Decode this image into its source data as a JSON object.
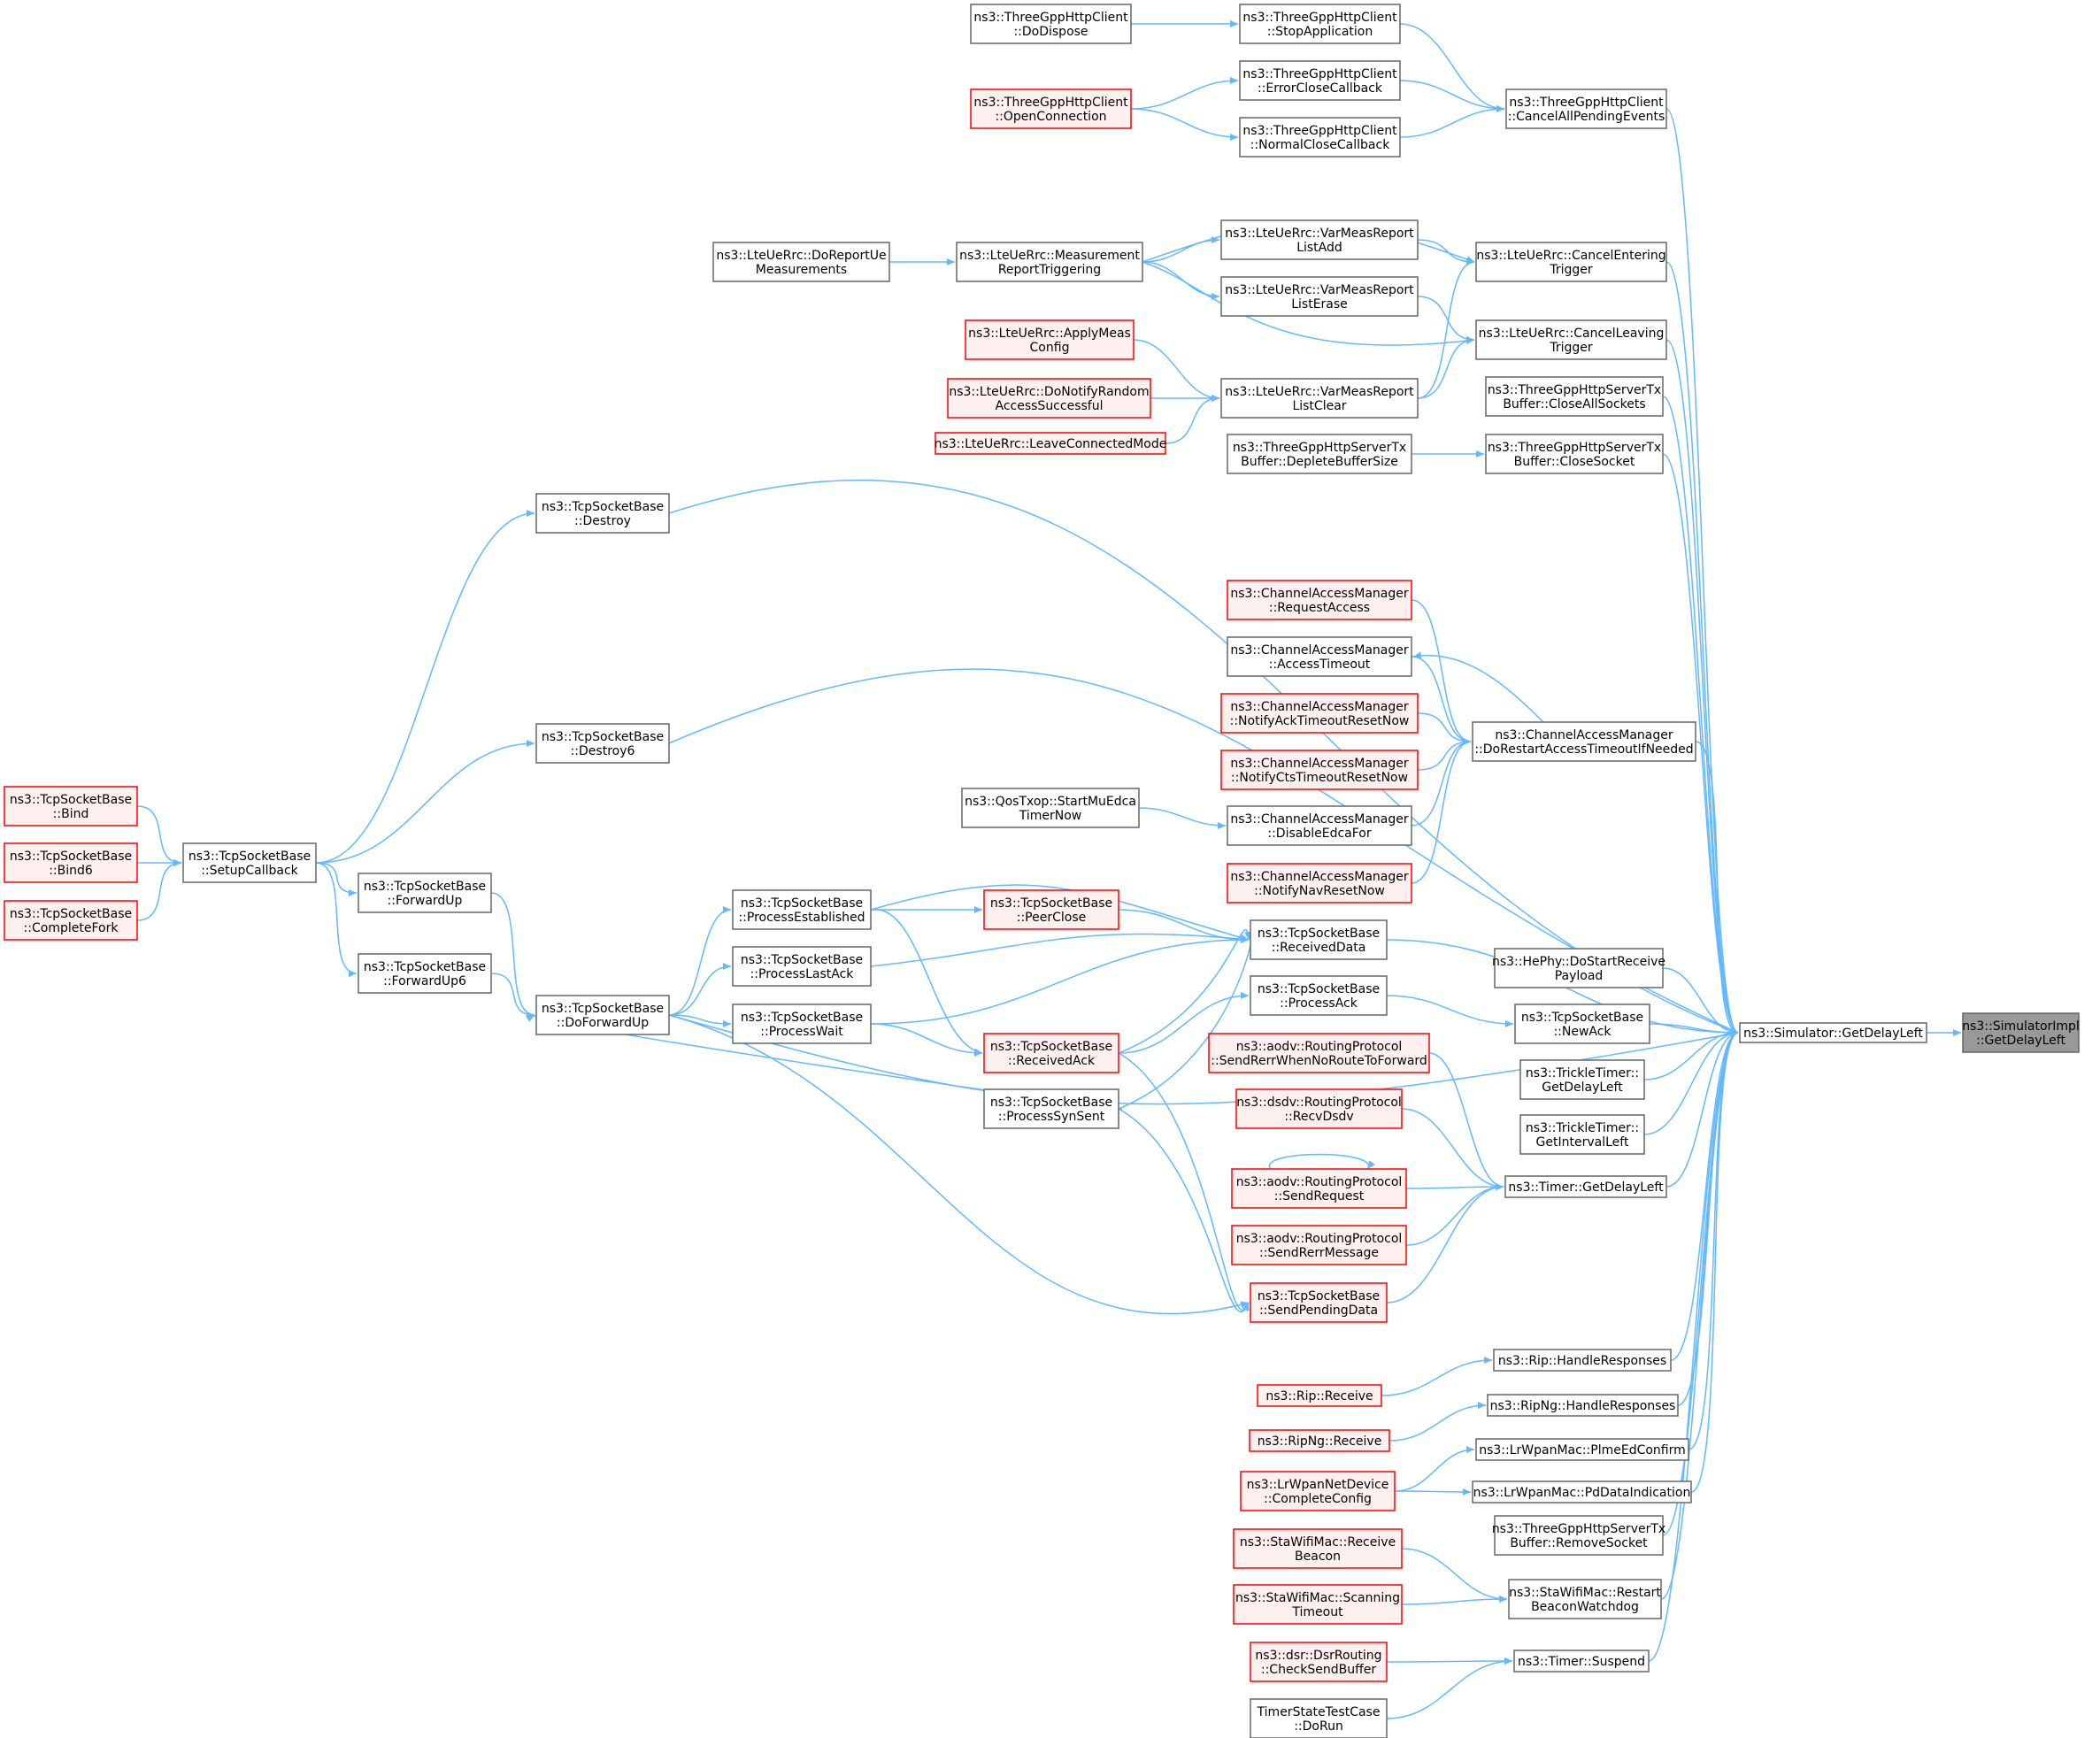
{
  "colors": {
    "edge": "#63b8ff",
    "normal_fill": "#ffffff",
    "normal_stroke": "#666666",
    "truncated_fill": "#fff0f0",
    "truncated_stroke": "#ff0000",
    "root_fill": "#999999",
    "root_stroke": "#666666"
  },
  "nodes": [
    {
      "id": "n00",
      "lines": [
        "ns3::SimulatorImpl",
        "::GetDelayLeft"
      ],
      "kind": "root"
    },
    {
      "id": "n01",
      "lines": [
        "ns3::Simulator::GetDelayLeft"
      ],
      "kind": "normal"
    },
    {
      "id": "n02",
      "lines": [
        "ns3::ThreeGppHttpClient",
        "::CancelAllPendingEvents"
      ],
      "kind": "normal"
    },
    {
      "id": "n03",
      "lines": [
        "ns3::ThreeGppHttpClient",
        "::StopApplication"
      ],
      "kind": "normal"
    },
    {
      "id": "n04",
      "lines": [
        "ns3::ThreeGppHttpClient",
        "::DoDispose"
      ],
      "kind": "normal"
    },
    {
      "id": "n05",
      "lines": [
        "ns3::ThreeGppHttpClient",
        "::ErrorCloseCallback"
      ],
      "kind": "normal"
    },
    {
      "id": "n06",
      "lines": [
        "ns3::ThreeGppHttpClient",
        "::OpenConnection"
      ],
      "kind": "truncated"
    },
    {
      "id": "n07",
      "lines": [
        "ns3::ThreeGppHttpClient",
        "::NormalCloseCallback"
      ],
      "kind": "normal"
    },
    {
      "id": "n08",
      "lines": [
        "ns3::LteUeRrc::CancelEntering",
        "Trigger"
      ],
      "kind": "normal"
    },
    {
      "id": "n09",
      "lines": [
        "ns3::LteUeRrc::VarMeasReport",
        "ListAdd"
      ],
      "kind": "normal"
    },
    {
      "id": "n10",
      "lines": [
        "ns3::LteUeRrc::Measurement",
        "ReportTriggering"
      ],
      "kind": "normal"
    },
    {
      "id": "n11",
      "lines": [
        "ns3::LteUeRrc::DoReportUe",
        "Measurements"
      ],
      "kind": "normal"
    },
    {
      "id": "n12",
      "lines": [
        "ns3::LteUeRrc::VarMeasReport",
        "ListErase"
      ],
      "kind": "normal"
    },
    {
      "id": "n13",
      "lines": [
        "ns3::LteUeRrc::CancelLeaving",
        "Trigger"
      ],
      "kind": "normal"
    },
    {
      "id": "n14",
      "lines": [
        "ns3::LteUeRrc::VarMeasReport",
        "ListClear"
      ],
      "kind": "normal"
    },
    {
      "id": "n15",
      "lines": [
        "ns3::LteUeRrc::ApplyMeas",
        "Config"
      ],
      "kind": "truncated"
    },
    {
      "id": "n16",
      "lines": [
        "ns3::LteUeRrc::DoNotifyRandom",
        "AccessSuccessful"
      ],
      "kind": "truncated"
    },
    {
      "id": "n17",
      "lines": [
        "ns3::LteUeRrc::LeaveConnectedMode"
      ],
      "kind": "truncated"
    },
    {
      "id": "n18",
      "lines": [
        "ns3::ThreeGppHttpServerTx",
        "Buffer::CloseAllSockets"
      ],
      "kind": "normal"
    },
    {
      "id": "n19",
      "lines": [
        "ns3::ThreeGppHttpServerTx",
        "Buffer::CloseSocket"
      ],
      "kind": "normal"
    },
    {
      "id": "n20",
      "lines": [
        "ns3::ThreeGppHttpServerTx",
        "Buffer::DepleteBufferSize"
      ],
      "kind": "normal"
    },
    {
      "id": "n21",
      "lines": [
        "ns3::TcpSocketBase",
        "::Destroy"
      ],
      "kind": "normal"
    },
    {
      "id": "n22",
      "lines": [
        "ns3::TcpSocketBase",
        "::Destroy6"
      ],
      "kind": "normal"
    },
    {
      "id": "n23",
      "lines": [
        "ns3::TcpSocketBase",
        "::SetupCallback"
      ],
      "kind": "normal"
    },
    {
      "id": "n24",
      "lines": [
        "ns3::TcpSocketBase",
        "::Bind"
      ],
      "kind": "truncated"
    },
    {
      "id": "n25",
      "lines": [
        "ns3::TcpSocketBase",
        "::Bind6"
      ],
      "kind": "truncated"
    },
    {
      "id": "n26",
      "lines": [
        "ns3::TcpSocketBase",
        "::CompleteFork"
      ],
      "kind": "truncated"
    },
    {
      "id": "n27",
      "lines": [
        "ns3::ChannelAccessManager",
        "::DoRestartAccessTimeoutIfNeeded"
      ],
      "kind": "normal"
    },
    {
      "id": "n28",
      "lines": [
        "ns3::ChannelAccessManager",
        "::RequestAccess"
      ],
      "kind": "truncated"
    },
    {
      "id": "n29",
      "lines": [
        "ns3::ChannelAccessManager",
        "::AccessTimeout"
      ],
      "kind": "normal"
    },
    {
      "id": "n30",
      "lines": [
        "ns3::ChannelAccessManager",
        "::NotifyAckTimeoutResetNow"
      ],
      "kind": "truncated"
    },
    {
      "id": "n31",
      "lines": [
        "ns3::ChannelAccessManager",
        "::NotifyCtsTimeoutResetNow"
      ],
      "kind": "truncated"
    },
    {
      "id": "n32",
      "lines": [
        "ns3::ChannelAccessManager",
        "::DisableEdcaFor"
      ],
      "kind": "normal"
    },
    {
      "id": "n33",
      "lines": [
        "ns3::QosTxop::StartMuEdca",
        "TimerNow"
      ],
      "kind": "normal"
    },
    {
      "id": "n34",
      "lines": [
        "ns3::ChannelAccessManager",
        "::NotifyNavResetNow"
      ],
      "kind": "truncated"
    },
    {
      "id": "n35",
      "lines": [
        "ns3::TcpSocketBase",
        "::ReceivedData"
      ],
      "kind": "normal"
    },
    {
      "id": "n36",
      "lines": [
        "ns3::TcpSocketBase",
        "::PeerClose"
      ],
      "kind": "truncated"
    },
    {
      "id": "n37",
      "lines": [
        "ns3::TcpSocketBase",
        "::ProcessEstablished"
      ],
      "kind": "normal"
    },
    {
      "id": "n38",
      "lines": [
        "ns3::TcpSocketBase",
        "::ProcessLastAck"
      ],
      "kind": "normal"
    },
    {
      "id": "n39",
      "lines": [
        "ns3::TcpSocketBase",
        "::ProcessWait"
      ],
      "kind": "normal"
    },
    {
      "id": "n40",
      "lines": [
        "ns3::TcpSocketBase",
        "::ReceivedAck"
      ],
      "kind": "truncated"
    },
    {
      "id": "n41",
      "lines": [
        "ns3::TcpSocketBase",
        "::ProcessSynSent"
      ],
      "kind": "normal"
    },
    {
      "id": "n42",
      "lines": [
        "ns3::TcpSocketBase",
        "::DoForwardUp"
      ],
      "kind": "normal"
    },
    {
      "id": "n43",
      "lines": [
        "ns3::TcpSocketBase",
        "::ForwardUp"
      ],
      "kind": "normal"
    },
    {
      "id": "n44",
      "lines": [
        "ns3::TcpSocketBase",
        "::ForwardUp6"
      ],
      "kind": "normal"
    },
    {
      "id": "n45",
      "lines": [
        "ns3::TcpSocketBase",
        "::ProcessAck"
      ],
      "kind": "normal"
    },
    {
      "id": "n46",
      "lines": [
        "ns3::HePhy::DoStartReceive",
        "Payload"
      ],
      "kind": "normal"
    },
    {
      "id": "n47",
      "lines": [
        "ns3::TcpSocketBase",
        "::NewAck"
      ],
      "kind": "normal"
    },
    {
      "id": "n48",
      "lines": [
        "ns3::TrickleTimer::",
        "GetDelayLeft"
      ],
      "kind": "normal"
    },
    {
      "id": "n49",
      "lines": [
        "ns3::TrickleTimer::",
        "GetIntervalLeft"
      ],
      "kind": "normal"
    },
    {
      "id": "n50",
      "lines": [
        "ns3::Timer::GetDelayLeft"
      ],
      "kind": "normal"
    },
    {
      "id": "n51",
      "lines": [
        "ns3::aodv::RoutingProtocol",
        "::SendRerrWhenNoRouteToForward"
      ],
      "kind": "truncated"
    },
    {
      "id": "n52",
      "lines": [
        "ns3::dsdv::RoutingProtocol",
        "::RecvDsdv"
      ],
      "kind": "truncated"
    },
    {
      "id": "n53",
      "lines": [
        "ns3::aodv::RoutingProtocol",
        "::SendRequest"
      ],
      "kind": "truncated"
    },
    {
      "id": "n54",
      "lines": [
        "ns3::aodv::RoutingProtocol",
        "::SendRerrMessage"
      ],
      "kind": "truncated"
    },
    {
      "id": "n55",
      "lines": [
        "ns3::TcpSocketBase",
        "::SendPendingData"
      ],
      "kind": "truncated"
    },
    {
      "id": "n56",
      "lines": [
        "ns3::Rip::HandleResponses"
      ],
      "kind": "normal"
    },
    {
      "id": "n57",
      "lines": [
        "ns3::Rip::Receive"
      ],
      "kind": "truncated"
    },
    {
      "id": "n58",
      "lines": [
        "ns3::RipNg::HandleResponses"
      ],
      "kind": "normal"
    },
    {
      "id": "n59",
      "lines": [
        "ns3::RipNg::Receive"
      ],
      "kind": "truncated"
    },
    {
      "id": "n60",
      "lines": [
        "ns3::LrWpanMac::PlmeEdConfirm"
      ],
      "kind": "normal"
    },
    {
      "id": "n61",
      "lines": [
        "ns3::LrWpanNetDevice",
        "::CompleteConfig"
      ],
      "kind": "truncated"
    },
    {
      "id": "n62",
      "lines": [
        "ns3::LrWpanMac::PdDataIndication"
      ],
      "kind": "normal"
    },
    {
      "id": "n63",
      "lines": [
        "ns3::ThreeGppHttpServerTx",
        "Buffer::RemoveSocket"
      ],
      "kind": "normal"
    },
    {
      "id": "n64",
      "lines": [
        "ns3::StaWifiMac::Restart",
        "BeaconWatchdog"
      ],
      "kind": "normal"
    },
    {
      "id": "n65",
      "lines": [
        "ns3::StaWifiMac::Receive",
        "Beacon"
      ],
      "kind": "truncated"
    },
    {
      "id": "n66",
      "lines": [
        "ns3::StaWifiMac::Scanning",
        "Timeout"
      ],
      "kind": "truncated"
    },
    {
      "id": "n67",
      "lines": [
        "ns3::Timer::Suspend"
      ],
      "kind": "normal"
    },
    {
      "id": "n68",
      "lines": [
        "ns3::dsr::DsrRouting",
        "::CheckSendBuffer"
      ],
      "kind": "truncated"
    },
    {
      "id": "n69",
      "lines": [
        "TimerStateTestCase",
        "::DoRun"
      ],
      "kind": "normal"
    }
  ],
  "edges": [
    [
      "n01",
      "n00"
    ],
    [
      "n02",
      "n01"
    ],
    [
      "n03",
      "n02"
    ],
    [
      "n04",
      "n03"
    ],
    [
      "n05",
      "n02"
    ],
    [
      "n06",
      "n05"
    ],
    [
      "n06",
      "n07"
    ],
    [
      "n07",
      "n02"
    ],
    [
      "n08",
      "n01"
    ],
    [
      "n09",
      "n08"
    ],
    [
      "n10",
      "n09"
    ],
    [
      "n11",
      "n10"
    ],
    [
      "n10",
      "n08"
    ],
    [
      "n10",
      "n12"
    ],
    [
      "n10",
      "n13"
    ],
    [
      "n12",
      "n13"
    ],
    [
      "n13",
      "n01"
    ],
    [
      "n14",
      "n08"
    ],
    [
      "n14",
      "n13"
    ],
    [
      "n15",
      "n14"
    ],
    [
      "n16",
      "n14"
    ],
    [
      "n17",
      "n14"
    ],
    [
      "n18",
      "n01"
    ],
    [
      "n19",
      "n01"
    ],
    [
      "n20",
      "n19"
    ],
    [
      "n21",
      "n01"
    ],
    [
      "n22",
      "n01"
    ],
    [
      "n23",
      "n21"
    ],
    [
      "n23",
      "n22"
    ],
    [
      "n24",
      "n23"
    ],
    [
      "n25",
      "n23"
    ],
    [
      "n26",
      "n23"
    ],
    [
      "n27",
      "n01"
    ],
    [
      "n28",
      "n27"
    ],
    [
      "n29",
      "n27"
    ],
    [
      "n27",
      "n29"
    ],
    [
      "n30",
      "n27"
    ],
    [
      "n31",
      "n27"
    ],
    [
      "n32",
      "n27"
    ],
    [
      "n33",
      "n32"
    ],
    [
      "n34",
      "n27"
    ],
    [
      "n35",
      "n01"
    ],
    [
      "n36",
      "n35"
    ],
    [
      "n37",
      "n36"
    ],
    [
      "n37",
      "n35"
    ],
    [
      "n38",
      "n35"
    ],
    [
      "n39",
      "n35"
    ],
    [
      "n40",
      "n35"
    ],
    [
      "n41",
      "n35"
    ],
    [
      "n42",
      "n37"
    ],
    [
      "n42",
      "n38"
    ],
    [
      "n42",
      "n39"
    ],
    [
      "n43",
      "n42"
    ],
    [
      "n44",
      "n42"
    ],
    [
      "n23",
      "n43"
    ],
    [
      "n23",
      "n44"
    ],
    [
      "n45",
      "n47"
    ],
    [
      "n40",
      "n45"
    ],
    [
      "n47",
      "n01"
    ],
    [
      "n39",
      "n40"
    ],
    [
      "n37",
      "n40"
    ],
    [
      "n41",
      "n42"
    ],
    [
      "n46",
      "n01"
    ],
    [
      "n48",
      "n01"
    ],
    [
      "n49",
      "n01"
    ],
    [
      "n50",
      "n01"
    ],
    [
      "n51",
      "n50"
    ],
    [
      "n52",
      "n50"
    ],
    [
      "n53",
      "n50"
    ],
    [
      "n53",
      "n53"
    ],
    [
      "n54",
      "n50"
    ],
    [
      "n55",
      "n50"
    ],
    [
      "n40",
      "n55"
    ],
    [
      "n41",
      "n55"
    ],
    [
      "n42",
      "n55"
    ],
    [
      "n42",
      "n01"
    ],
    [
      "n56",
      "n01"
    ],
    [
      "n57",
      "n56"
    ],
    [
      "n58",
      "n01"
    ],
    [
      "n59",
      "n58"
    ],
    [
      "n60",
      "n01"
    ],
    [
      "n61",
      "n60"
    ],
    [
      "n62",
      "n01"
    ],
    [
      "n61",
      "n62"
    ],
    [
      "n63",
      "n01"
    ],
    [
      "n64",
      "n01"
    ],
    [
      "n65",
      "n64"
    ],
    [
      "n66",
      "n64"
    ],
    [
      "n67",
      "n01"
    ],
    [
      "n68",
      "n67"
    ],
    [
      "n69",
      "n67"
    ]
  ]
}
